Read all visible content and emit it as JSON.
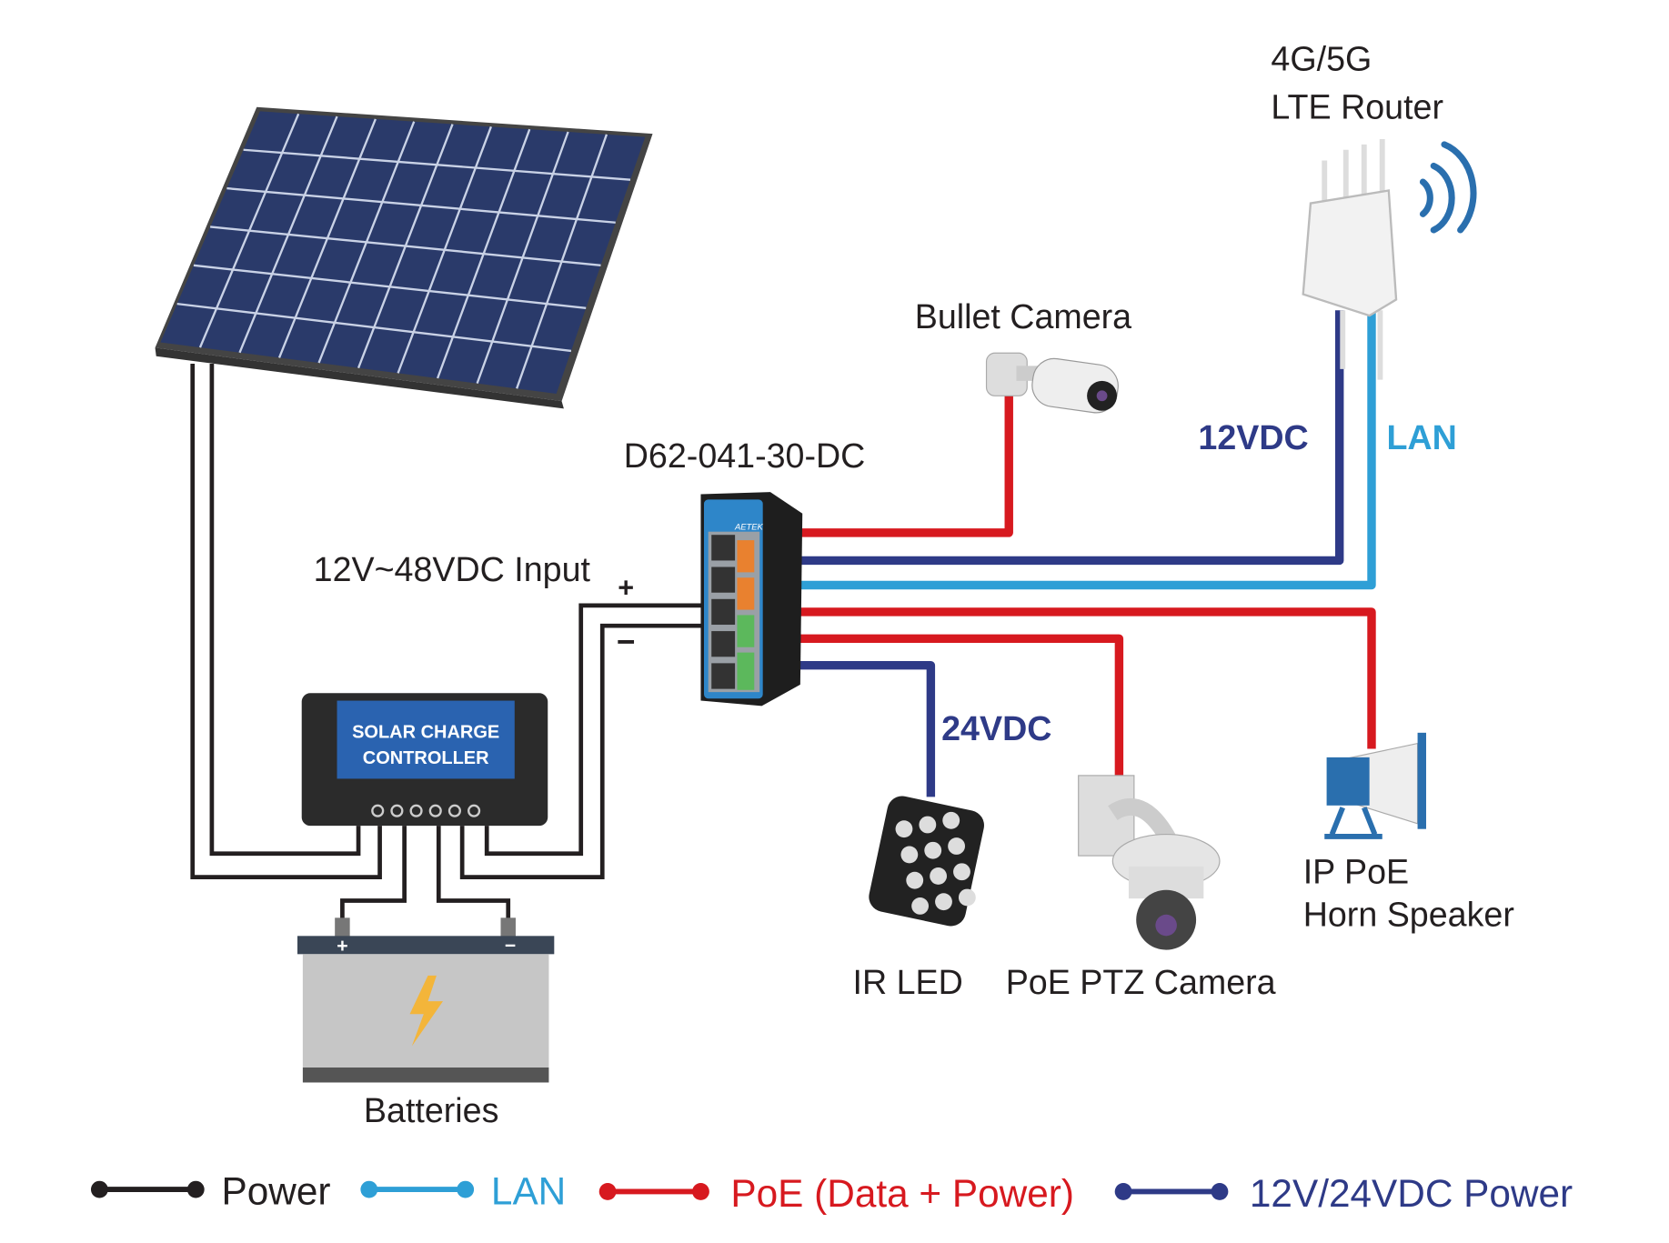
{
  "labels": {
    "router_line1": "4G/5G",
    "router_line2": "LTE Router",
    "bullet_camera": "Bullet Camera",
    "switch_model": "D62-041-30-DC",
    "input": "12V~48VDC Input",
    "plus": "+",
    "minus": "−",
    "router_power": "12VDC",
    "router_lan": "LAN",
    "ir_power": "24VDC",
    "ir_led": "IR LED",
    "ptz_camera": "PoE PTZ Camera",
    "speaker_line1": "IP PoE",
    "speaker_line2": "Horn Speaker",
    "controller_line1": "SOLAR CHARGE",
    "controller_line2": "CONTROLLER",
    "batteries": "Batteries",
    "battery_plus": "+",
    "battery_minus": "−",
    "switch_brand": "AETEK"
  },
  "legend": [
    {
      "label": "Power",
      "color": "#231f20"
    },
    {
      "label": "LAN",
      "color": "#2e9fd6"
    },
    {
      "label": "PoE (Data + Power)",
      "color": "#d7191f"
    },
    {
      "label": "12V/24VDC Power",
      "color": "#2e3a87"
    }
  ],
  "colors": {
    "power": "#231f20",
    "lan": "#2e9fd6",
    "poe": "#d7191f",
    "dc": "#2e3a87",
    "panel": "#2a3a6a",
    "controller_screen": "#2a63b0"
  }
}
